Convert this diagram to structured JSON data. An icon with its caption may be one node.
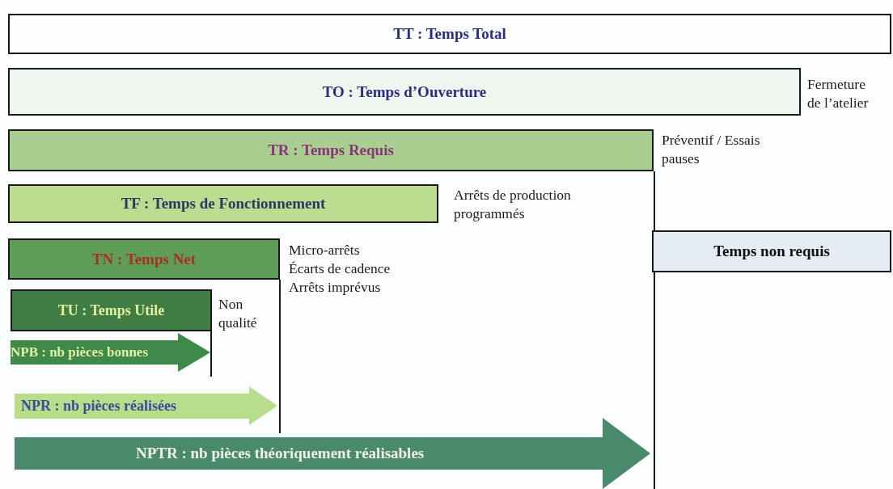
{
  "diagram": {
    "nodes": [
      {
        "text": [
          "TT : Temps Total"
        ]
      },
      {
        "text": [
          "TO : Temps d’Ouverture"
        ],
        "beside": [
          "Fermeture de l’atelier"
        ]
      },
      {
        "text": [
          "TR : Temps  Requis"
        ],
        "beside": [
          "Préventif / Essais pauses"
        ]
      },
      {
        "text": [
          "TF : Temps de Fonctionnement"
        ],
        "beside": [
          "Arrêts de production programmés"
        ]
      },
      {
        "text": [
          "TN : Temps Net"
        ],
        "beside": [
          "Micro-arrêts",
          "Écarts de cadence",
          "Arrêts imprévus"
        ]
      },
      {
        "text": [
          "TU : Temps Utile"
        ],
        "beside": [
          "Non qualité"
        ]
      },
      {
        "text": [
          "NPB : nb pièces bonnes"
        ]
      },
      {
        "text": [
          "NPR : nb pièces réalisées"
        ]
      },
      {
        "text": [
          "NPTR : nb pièces théoriquement réalisables"
        ]
      },
      {
        "text": [
          "Temps non requis"
        ]
      }
    ]
  }
}
